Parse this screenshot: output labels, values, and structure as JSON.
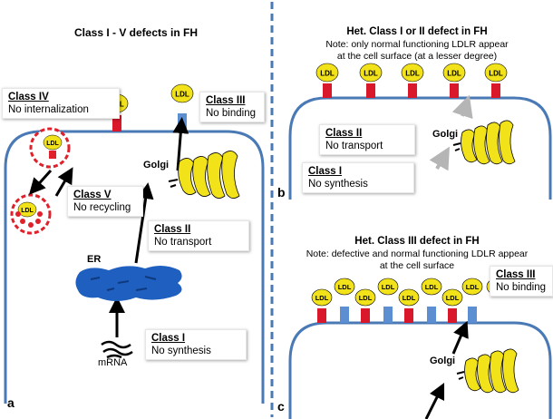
{
  "panel_a": {
    "title": "Class I - V defects in FH",
    "letter": "a",
    "labels": {
      "golgi": "Golgi",
      "er": "ER",
      "mrna": "mRNA",
      "ldl": "LDL"
    },
    "class_boxes": [
      {
        "heading": "Class IV",
        "text": "No internalization"
      },
      {
        "heading": "Class III",
        "text": "No binding"
      },
      {
        "heading": "Class V",
        "text": "No recycling"
      },
      {
        "heading": "Class II",
        "text": "No transport"
      },
      {
        "heading": "Class I",
        "text": "No synthesis"
      }
    ]
  },
  "panel_b": {
    "title": "Het. Class I or II defect in FH",
    "note_line1": "Note: only normal functioning LDLR appear",
    "note_line2": "at the cell surface (at a lesser degree)",
    "letter": "b",
    "labels": {
      "golgi": "Golgi",
      "ldl": "LDL"
    },
    "class_boxes": [
      {
        "heading": "Class II",
        "text": "No transport"
      },
      {
        "heading": "Class I",
        "text": "No synthesis"
      }
    ]
  },
  "panel_c": {
    "title": "Het. Class III defect in FH",
    "note_line1": "Note: defective and normal functioning LDLR appear",
    "note_line2": "at the cell surface",
    "letter": "c",
    "labels": {
      "golgi": "Golgi",
      "ldl": "LDL"
    },
    "class_boxes": [
      {
        "heading": "Class III",
        "text": "No binding"
      }
    ]
  },
  "colors": {
    "membrane": "#4a7ab5",
    "ldl": "#f2e21a",
    "receptor_red": "#d9192b",
    "receptor_blue": "#5b8fd1",
    "er": "#1f5fbf",
    "golgi": "#f2e21a",
    "vesicle_red": "#e0202a",
    "divider": "#4a7ab5",
    "transport_arrow_grey": "#b5b5b5"
  }
}
